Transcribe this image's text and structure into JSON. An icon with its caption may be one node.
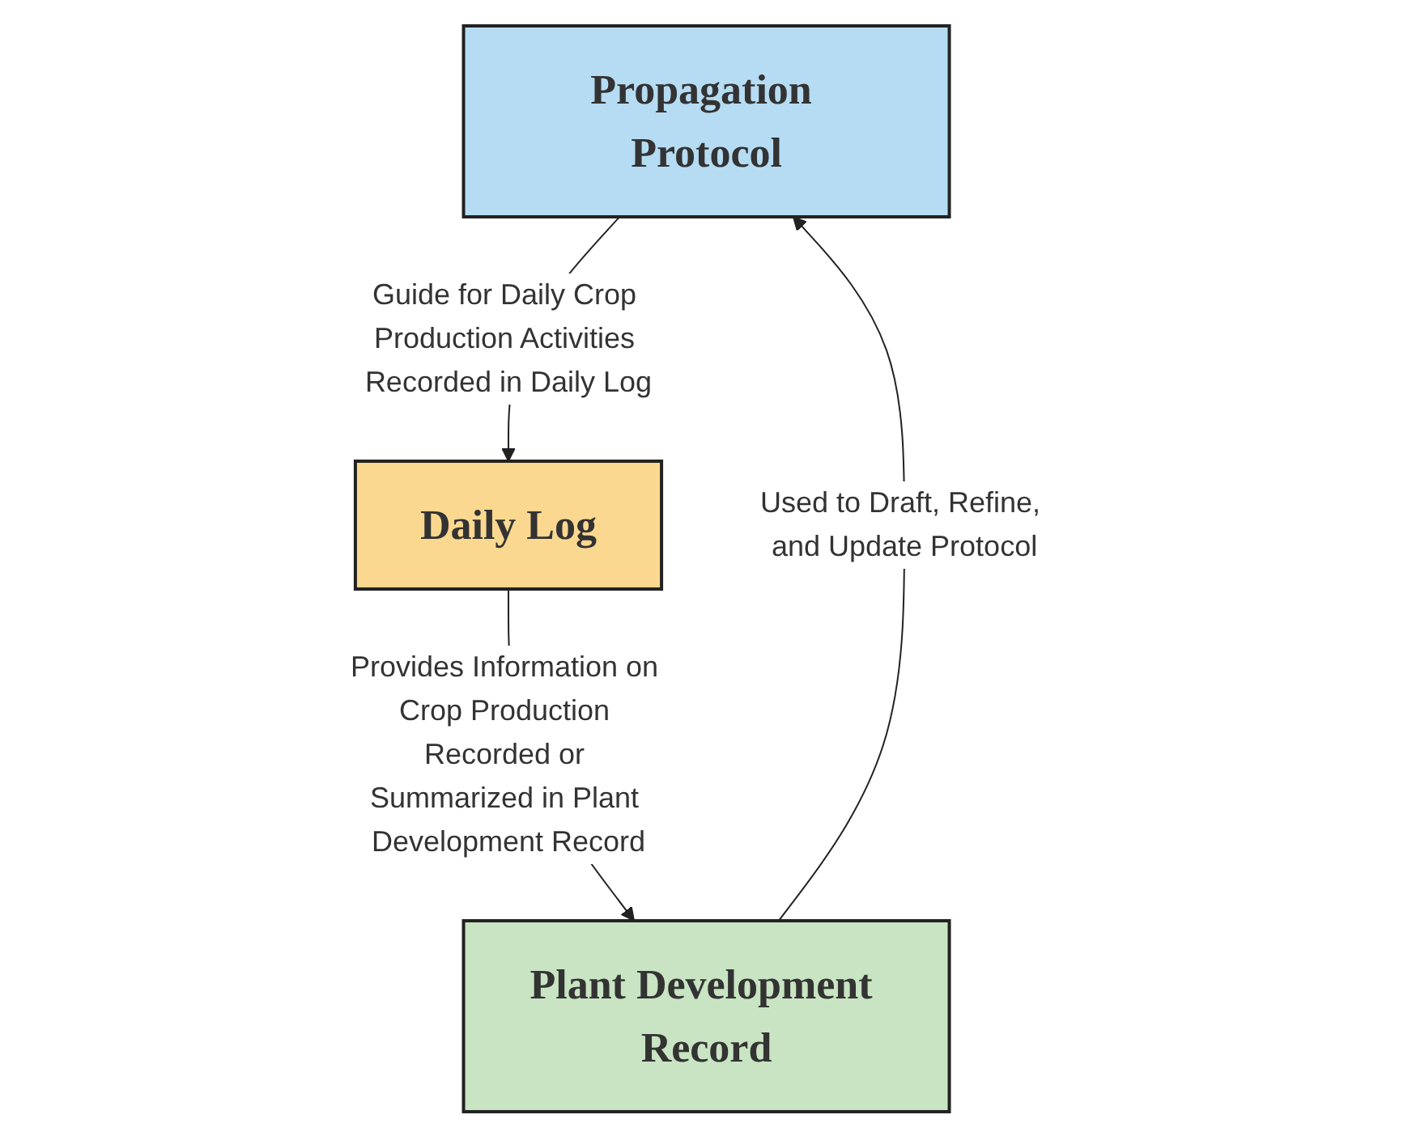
{
  "diagram": {
    "nodes": [
      {
        "text": [
          "Propagation Protocol"
        ]
      },
      {
        "text": [
          "Daily Log"
        ]
      },
      {
        "text": [
          "Plant Development Record"
        ]
      }
    ],
    "edges": [
      {
        "from": 0,
        "to": 1,
        "arrow": "to",
        "label": "Guide for Daily Crop Production Activities Recorded in Daily Log"
      },
      {
        "from": 1,
        "to": 2,
        "arrow": "to",
        "label": "Provides Information on Crop Production Recorded or Summarized in Plant Development Record"
      },
      {
        "from": 2,
        "to": 0,
        "arrow": "to",
        "label": "Used to Draft, Refine, and Update Protocol"
      }
    ]
  }
}
